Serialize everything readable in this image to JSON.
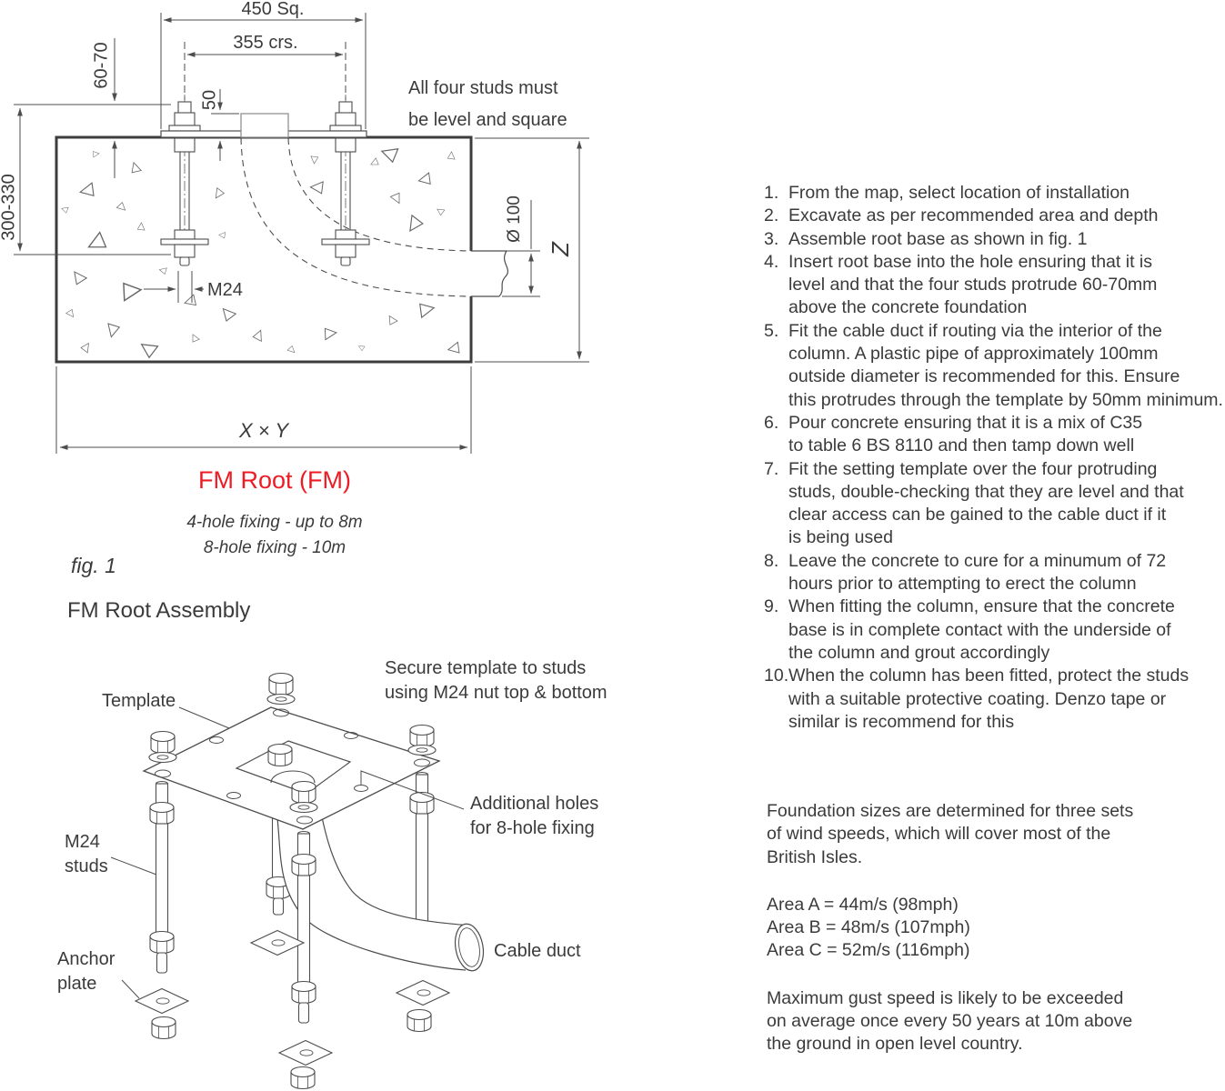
{
  "figure1": {
    "note_line1": "All four studs must",
    "note_line2": "be level and square",
    "dim_450": "450 Sq.",
    "dim_355": "355 crs.",
    "dim_6070": "60-70",
    "dim_50": "50",
    "dim_300330": "300-330",
    "dim_m24": "M24",
    "dim_dia": "Ø 100",
    "dim_z": "Z",
    "dim_xy": "X × Y",
    "title": "FM Root (FM)",
    "title_color": "#ed1c24",
    "subtitle_line1": "4-hole fixing - up to 8m",
    "subtitle_line2": "8-hole fixing - 10m",
    "fig_label": "fig. 1",
    "assembly_title": "FM Root Assembly"
  },
  "assembly": {
    "label_template": "Template",
    "label_secure": "Secure template to studs\nusing M24 nut top & bottom",
    "label_additional": "Additional holes\nfor 8-hole fixing",
    "label_m24": "M24\nstuds",
    "label_anchor": "Anchor\nplate",
    "label_cable": "Cable duct"
  },
  "instructions": [
    {
      "num": "1.",
      "text": "From the map, select location of installation"
    },
    {
      "num": "2.",
      "text": "Excavate as per recommended area and depth"
    },
    {
      "num": "3.",
      "text": "Assemble root base as shown in fig. 1"
    },
    {
      "num": "4.",
      "text": "Insert root base into the hole ensuring that it is\nlevel and that the four studs protrude 60-70mm\nabove the concrete foundation"
    },
    {
      "num": "5.",
      "text": "Fit the cable duct if routing via the interior of the\ncolumn. A plastic pipe of approximately 100mm\noutside diameter is recommended for this. Ensure\nthis protrudes through the template by 50mm minimum."
    },
    {
      "num": "6.",
      "text": "Pour concrete ensuring that it is a mix of C35\nto table 6 BS 8110 and then tamp down well"
    },
    {
      "num": "7.",
      "text": "Fit the setting template over the four protruding\nstuds, double-checking that they are level and that\nclear access can be gained to the cable duct if it\nis being used"
    },
    {
      "num": "8.",
      "text": "Leave the concrete to cure for a minumum of 72\nhours prior to attempting to erect the column"
    },
    {
      "num": "9.",
      "text": "When fitting the column, ensure that the concrete\nbase is in complete contact with the underside of\nthe column and grout accordingly"
    },
    {
      "num": "10.",
      "text": "When the column has been fitted, protect the studs\nwith a suitable protective coating. Denzo tape or\nsimilar is recommend for this"
    }
  ],
  "wind_info": {
    "para1": "Foundation sizes are determined for three sets\nof wind speeds, which will cover most of the\nBritish Isles.",
    "areas": [
      "Area A = 44m/s (98mph)",
      "Area B = 48m/s (107mph)",
      "Area C = 52m/s (116mph)"
    ],
    "para2": "Maximum gust speed is likely to be exceeded\non average once every 50 years at 10m above\nthe ground in open level country."
  }
}
